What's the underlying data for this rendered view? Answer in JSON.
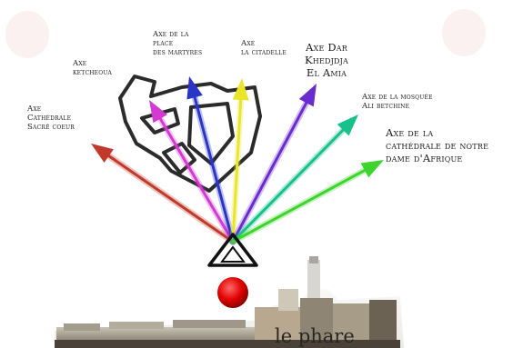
{
  "diagram": {
    "axes": [
      {
        "label": "Axe\nCathédrale\nSacré coeur",
        "color": "#c0392b",
        "size": "sm"
      },
      {
        "label": "Axe\nketcheoua",
        "color": "#d23ad2",
        "size": "sm"
      },
      {
        "label": "Axe de la\nplace\ndes martyres",
        "color": "#2a35c8",
        "size": "sm"
      },
      {
        "label": "Axe\nla citadelle",
        "color": "#e9e62a",
        "size": "sm"
      },
      {
        "label": "Axe Dar\nKhedjdja\nEl Amia",
        "color": "#6a2bd0",
        "size": "lg"
      },
      {
        "label": "Axe de la mosquée\nAli betchine",
        "color": "#18c08a",
        "size": "sm"
      },
      {
        "label": "Axe de la\ncathédrale de notre\ndame d'Afrique",
        "color": "#3ed42e",
        "size": "lg"
      }
    ],
    "origin_marker_color": "#d40000",
    "caption": "le phare"
  }
}
